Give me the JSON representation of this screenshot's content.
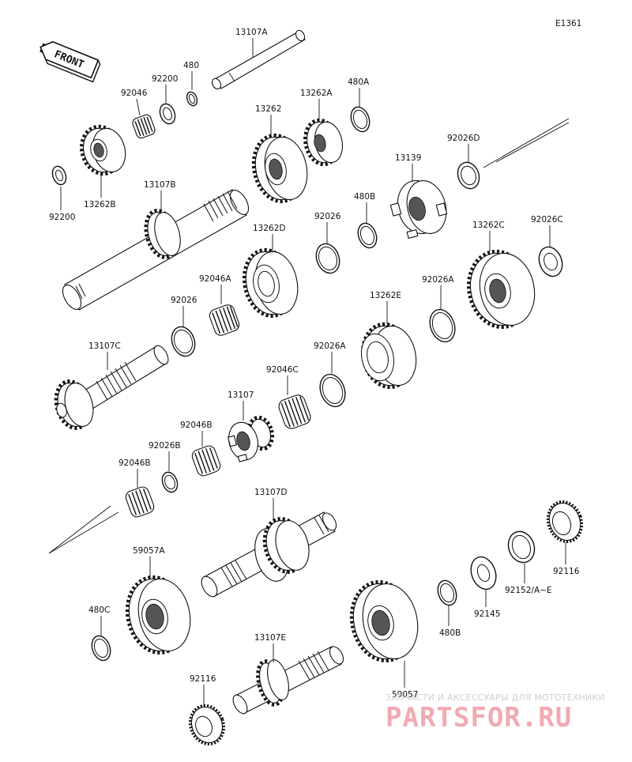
{
  "diagram_code": "E1361",
  "front_label": "FRONT",
  "labels": {
    "13107A": "13107A",
    "480_top": "480",
    "92200_top": "92200",
    "92046": "92046",
    "13262": "13262",
    "13262A": "13262A",
    "480A": "480A",
    "92200_left": "92200",
    "13262B": "13262B",
    "13107B": "13107B",
    "13139": "13139",
    "92026D": "92026D",
    "480B_upper": "480B",
    "92026_mid": "92026",
    "13262D": "13262D",
    "13262C": "13262C",
    "92026C": "92026C",
    "92046A": "92046A",
    "92026_left": "92026",
    "92026A_right": "92026A",
    "13262E": "13262E",
    "13107C": "13107C",
    "92026A_mid": "92026A",
    "92046C": "92046C",
    "13107": "13107",
    "92046B_upper": "92046B",
    "92026B": "92026B",
    "92046B_lower": "92046B",
    "13107D": "13107D",
    "59057A": "59057A",
    "480C": "480C",
    "92116_right": "92116",
    "92152": "92152/A~E",
    "92145": "92145",
    "480B_lower": "480B",
    "13107E": "13107E",
    "59057": "59057",
    "92116_left": "92116"
  },
  "brand": {
    "tagline": "ЗАПЧАСТИ И АКСЕССУАРЫ ДЛЯ МОТОТЕХНИКИ",
    "logo": "PARTSFOR.RU"
  }
}
